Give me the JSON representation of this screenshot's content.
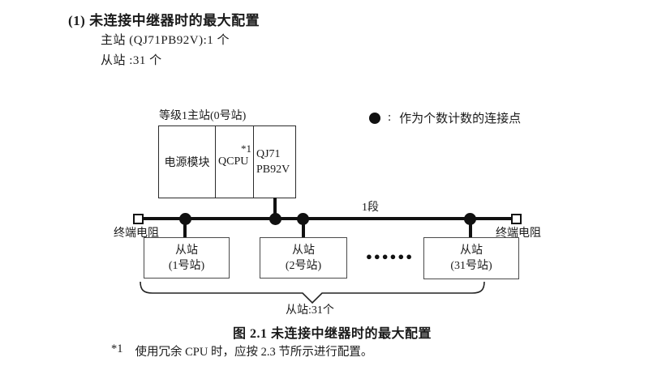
{
  "header": {
    "title": "(1) 未连接中继器时的最大配置",
    "master_line": "主站 (QJ71PB92V):1 个",
    "slave_line": "从站 :31 个"
  },
  "diagram": {
    "master_label": "等级1主站(0号站)",
    "master_box": {
      "power_module": "电源模块",
      "cpu": "QCPU",
      "cpu_note": "*1",
      "pb_module_line1": "QJ71",
      "pb_module_line2": "PB92V"
    },
    "legend": {
      "colon": ":",
      "text": "作为个数计数的连接点"
    },
    "bus": {
      "segment_label": "1段",
      "terminator_left": "终端电阻",
      "terminator_right": "终端电阻"
    },
    "slaves": [
      {
        "line1": "从站",
        "line2": "(1号站)"
      },
      {
        "line1": "从站",
        "line2": "(2号站)"
      },
      {
        "line1": "从站",
        "line2": "(31号站)"
      }
    ],
    "ellipsis": "●●●●●●",
    "brace_label": "从站:31个"
  },
  "caption": "图 2.1 未连接中继器时的最大配置",
  "footnote": {
    "marker": "*1",
    "text": "使用冗余 CPU 时，应按 2.3 节所示进行配置。"
  },
  "colors": {
    "ink": "#111111",
    "text": "#1a1a1a",
    "slave_border": "#4a4a4a"
  }
}
